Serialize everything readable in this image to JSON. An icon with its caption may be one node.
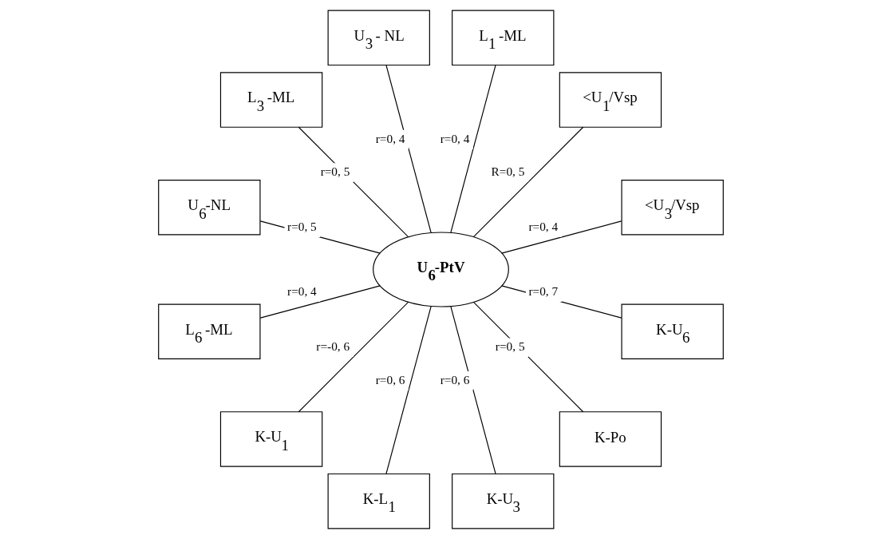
{
  "diagram": {
    "nodes": [
      {
        "text": [
          "<U$_{3}$/Vsp"
        ]
      },
      {
        "text": [
          "<U$_{1}$/Vsp"
        ]
      },
      {
        "text": [
          "L$_{1}$ -ML"
        ]
      },
      {
        "text": [
          "U$_{3}$ - NL"
        ]
      },
      {
        "text": [
          "L$_{3}$ -ML"
        ]
      },
      {
        "text": [
          "U$_{6}$-PtV"
        ]
      },
      {
        "text": [
          "U$_{6}$-NL"
        ]
      },
      {
        "text": [
          "L$_{6}$ -ML"
        ]
      },
      {
        "text": [
          "K-U$_{1}$"
        ]
      },
      {
        "text": [
          "K-L$_{1}$"
        ]
      },
      {
        "text": [
          "K-U$_{3}$"
        ]
      },
      {
        "text": [
          "K-Po"
        ]
      },
      {
        "text": [
          "K-U$_{6}$"
        ]
      }
    ],
    "edges": [
      {
        "from": 5,
        "to": 0,
        "arrow": "none",
        "label": "r=0, 4"
      },
      {
        "from": 5,
        "to": 1,
        "arrow": "none",
        "label": "R=0, 5"
      },
      {
        "from": 5,
        "to": 2,
        "arrow": "none",
        "label": "r=0, 4"
      },
      {
        "from": 5,
        "to": 3,
        "arrow": "none",
        "label": "r=0, 4"
      },
      {
        "from": 5,
        "to": 4,
        "arrow": "none",
        "label": "r=0, 5"
      },
      {
        "from": 5,
        "to": 6,
        "arrow": "none",
        "label": "r=0, 5"
      },
      {
        "from": 5,
        "to": 7,
        "arrow": "none",
        "label": "r=0, 4"
      },
      {
        "from": 5,
        "to": 8,
        "arrow": "none",
        "label": "r=-0, 6"
      },
      {
        "from": 5,
        "to": 9,
        "arrow": "none",
        "label": "r=0, 6"
      },
      {
        "from": 5,
        "to": 10,
        "arrow": "none",
        "label": "r=0, 6"
      },
      {
        "from": 5,
        "to": 11,
        "arrow": "none",
        "label": "r=0, 5"
      },
      {
        "from": 5,
        "to": 12,
        "arrow": "none",
        "label": "r=0, 7"
      }
    ]
  }
}
